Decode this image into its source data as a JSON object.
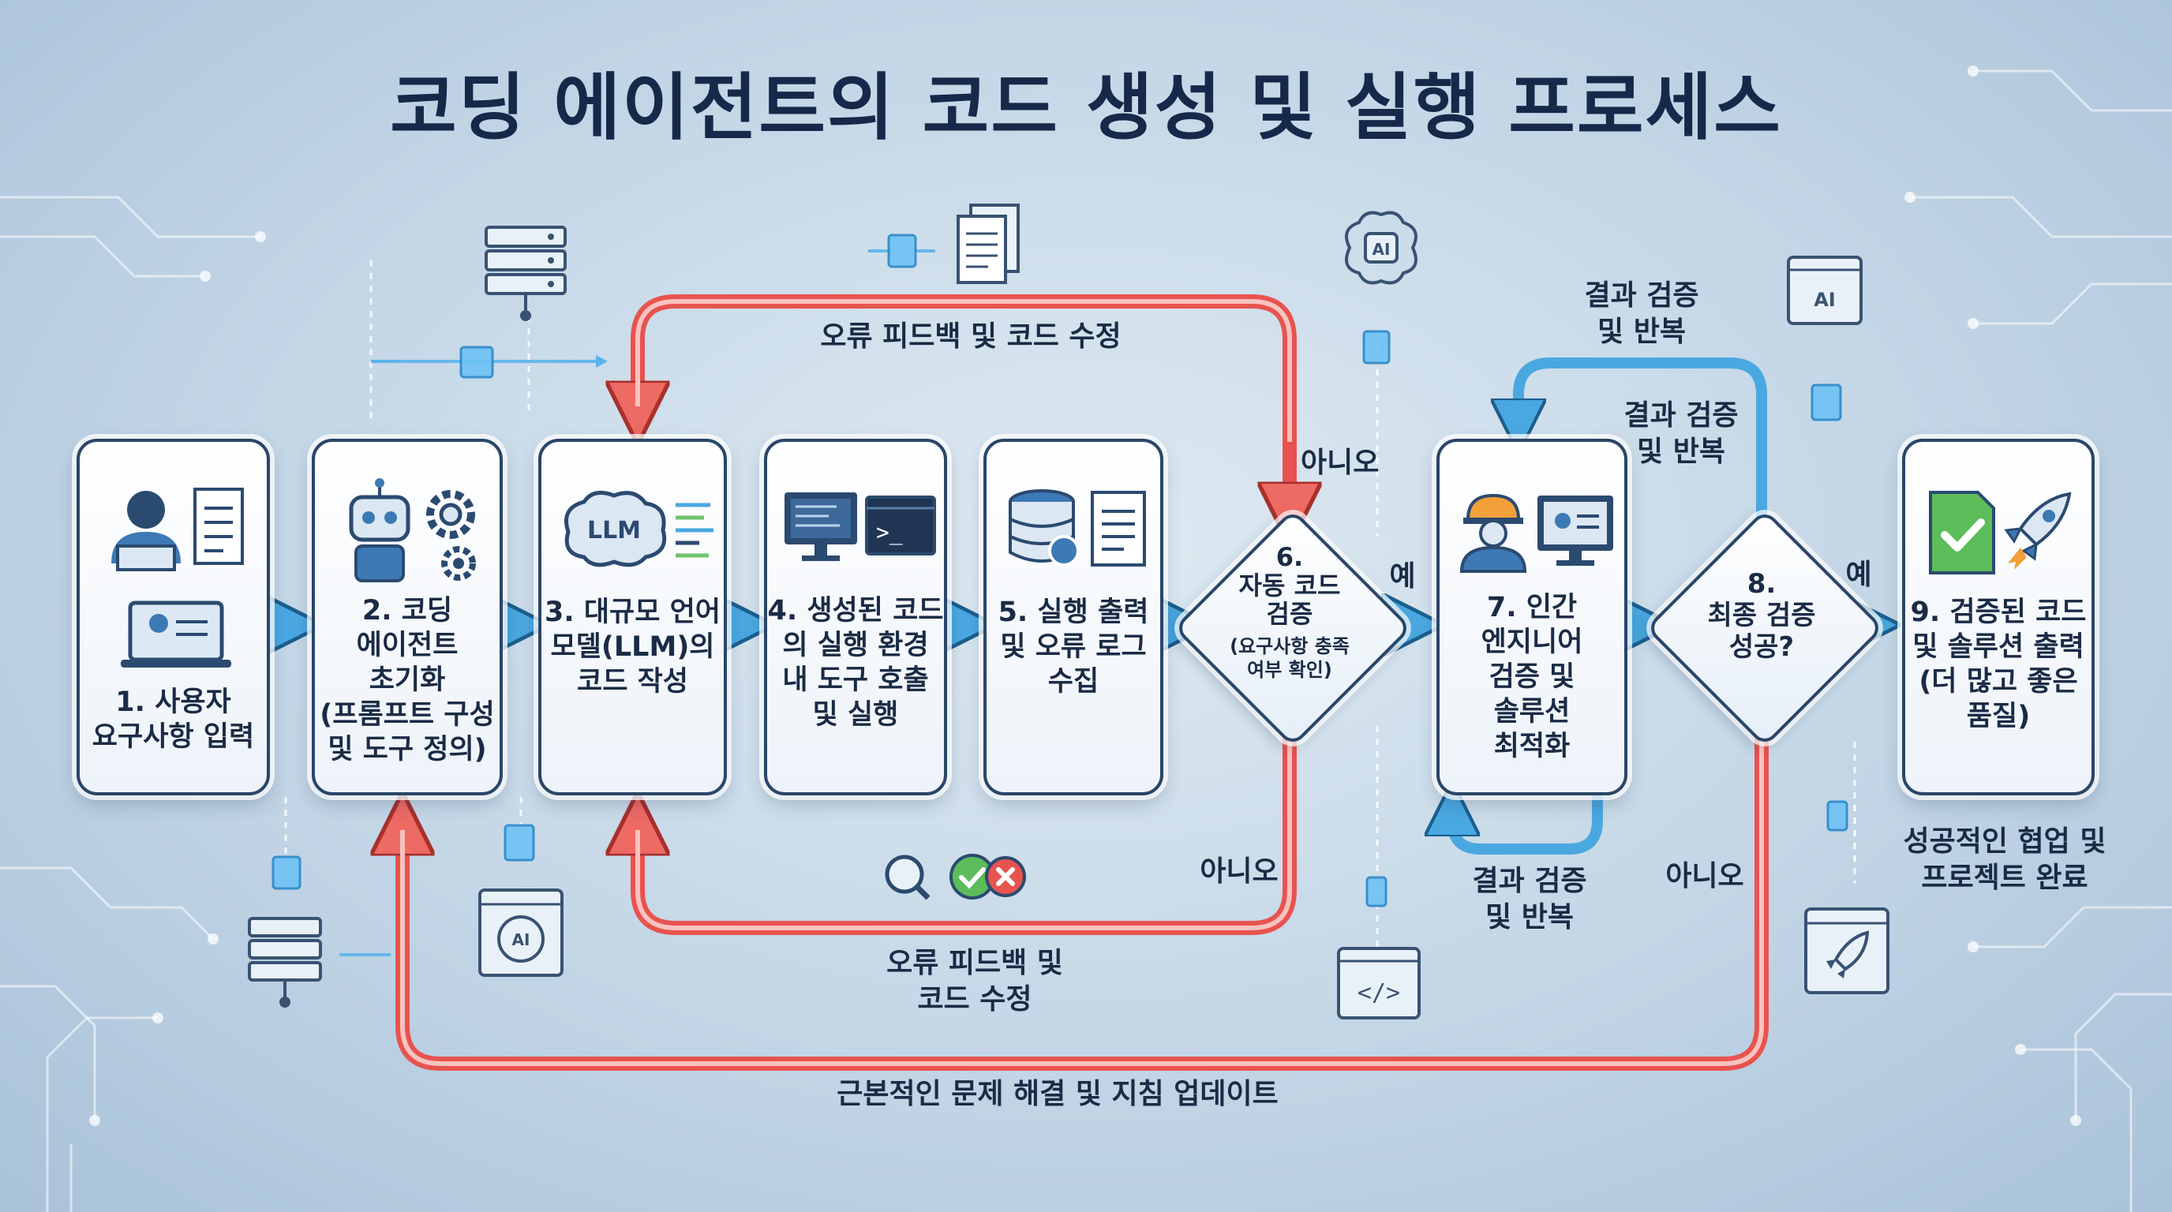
{
  "title": "코딩 에이전트의 코드 생성 및 실행 프로세스",
  "steps": [
    {
      "label": "1. 사용자\n요구사항 입력"
    },
    {
      "label": "2. 코딩\n에이전트\n초기화\n(프롬프트 구성\n및 도구 정의)"
    },
    {
      "label": "3. 대규모 언어\n모델(LLM)의\n코드 작성"
    },
    {
      "label": "4. 생성된 코드\n의 실행 환경\n내 도구 호출\n및 실행"
    },
    {
      "label": "5. 실행 출력\n및 오류 로그\n수집"
    },
    {
      "label": "7. 인간\n엔지니어\n검증 및\n솔루션\n최적화"
    },
    {
      "label": "9. 검증된 코드\n및 솔루션 출력\n(더 많고 좋은\n품질)"
    }
  ],
  "decisions": {
    "auto_verify": {
      "title": "6.\n자동 코드\n검증",
      "sub": "(요구사항 충족\n여부 확인)"
    },
    "final_verify": {
      "title": "8.\n최종 검증\n성공?"
    }
  },
  "flow_labels": {
    "top_feedback": "오류 피드백 및 코드 수정",
    "no_top": "아니오",
    "yes_auto": "예",
    "no_bottom": "아니오",
    "bottom_feedback": "오류 피드백 및\n코드 수정",
    "review_top": "결과 검증\n및 반복",
    "review_right": "결과 검증\n및 반복",
    "review_bottom": "결과 검증\n및 반복",
    "yes_final": "예",
    "no_final": "아니오",
    "root_fix": "근본적인 문제 해결 및 지침 업데이트",
    "completion": "성공적인 협업 및\n프로젝트 완료"
  },
  "icon_text": {
    "llm": "LLM",
    "ai": "AI",
    "terminal": ">_",
    "code": "</>"
  },
  "colors": {
    "arrow_blue": "#4aa8e0",
    "arrow_red": "#e8534f",
    "red_fill": "#f59a96",
    "navy": "#1a2b45"
  }
}
